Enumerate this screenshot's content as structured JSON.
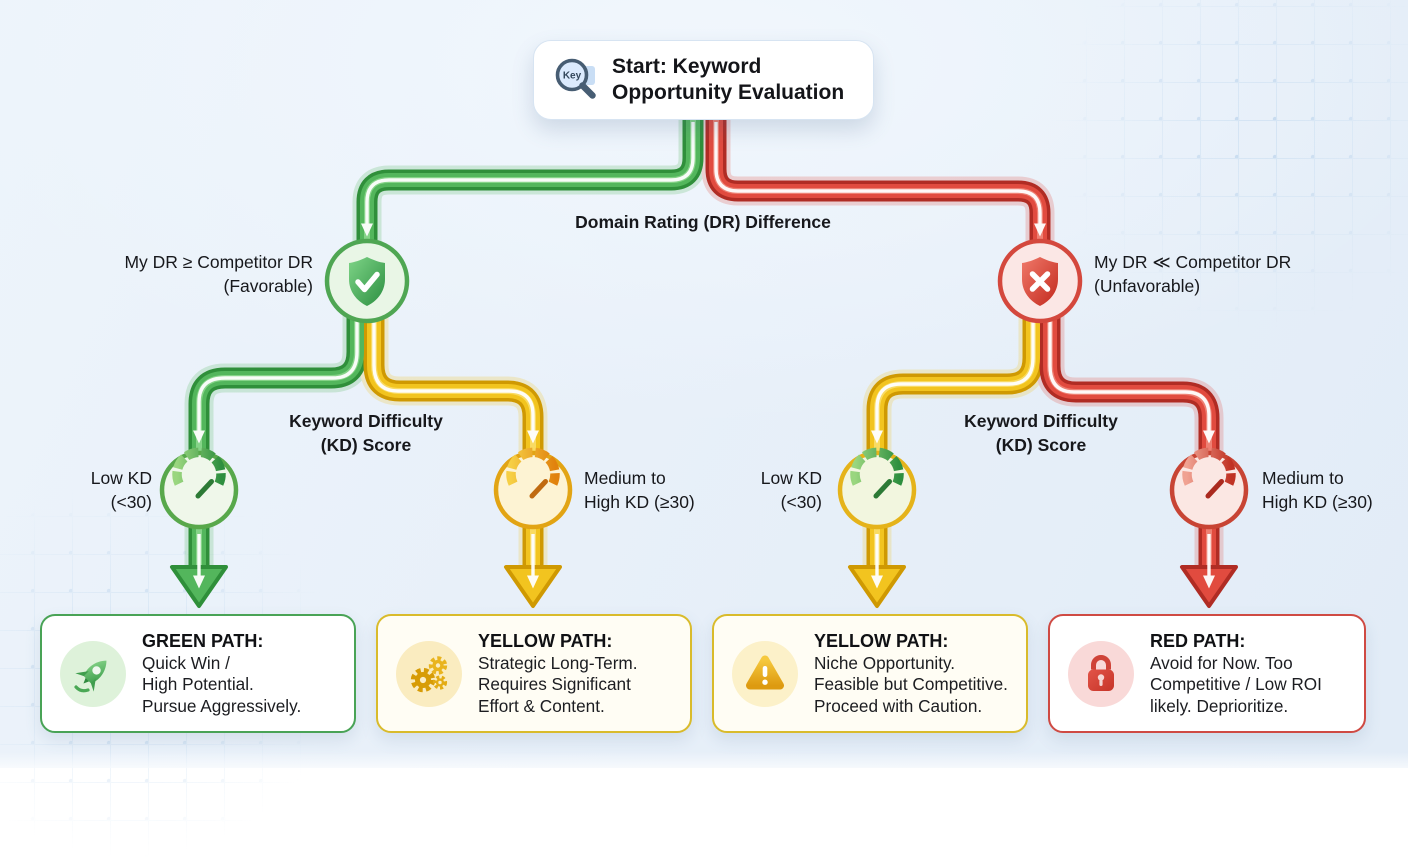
{
  "start": {
    "title_line1": "Start: Keyword",
    "title_line2": "Opportunity Evaluation",
    "icon_label": "Key"
  },
  "dr_label": "Domain Rating (DR) Difference",
  "left_condition": {
    "line1": "My DR ≥ Competitor DR",
    "line2": "(Favorable)"
  },
  "right_condition": {
    "line1": "My DR ≪ Competitor DR",
    "line2": "(Unfavorable)"
  },
  "kd_left": {
    "line1": "Keyword Difficulty",
    "line2": "(KD) Score"
  },
  "kd_right": {
    "line1": "Keyword Difficulty",
    "line2": "(KD) Score"
  },
  "kd_nodes": {
    "left_low": {
      "line1": "Low KD",
      "line2": "(<30)"
    },
    "left_high": {
      "line1": "Medium to",
      "line2": "High KD (≥30)"
    },
    "right_low": {
      "line1": "Low KD",
      "line2": "(<30)"
    },
    "right_high": {
      "line1": "Medium to",
      "line2": "High KD (≥30)"
    }
  },
  "outcomes": [
    {
      "title": "GREEN PATH:",
      "line1": "Quick Win /",
      "line2": "High Potential.",
      "line3": "Pursue Aggressively.",
      "icon": "rocket-icon"
    },
    {
      "title": "YELLOW PATH:",
      "line1": "Strategic Long-Term.",
      "line2": "Requires Significant",
      "line3": "Effort & Content.",
      "icon": "gears-icon"
    },
    {
      "title": "YELLOW PATH:",
      "line1": "Niche Opportunity.",
      "line2": "Feasible but Competitive.",
      "line3": "Proceed with Caution.",
      "icon": "warning-icon"
    },
    {
      "title": "RED PATH:",
      "line1": "Avoid for Now. Too",
      "line2": "Competitive / Low ROI",
      "line3": "likely. Deprioritize.",
      "icon": "lock-icon"
    }
  ],
  "colors": {
    "green": "#53b65c",
    "green_dark": "#2f8f3a",
    "yellow": "#f2c41f",
    "yellow_dark": "#cf9902",
    "red": "#e14b3f",
    "red_dark": "#b02c24",
    "text": "#17181c",
    "background": "#e8f0f9"
  }
}
